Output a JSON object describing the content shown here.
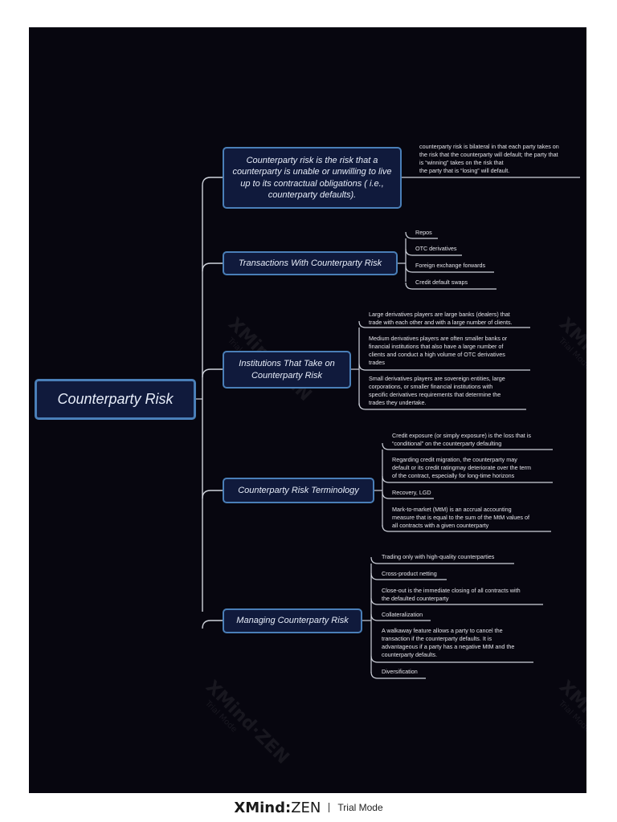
{
  "diagram": {
    "central": "Counterparty Risk",
    "branches": [
      {
        "label": "Counterparty risk is the risk that a counterparty is unable or unwilling to live up to its contractual obligations ( i.e., counterparty defaults).",
        "leaves": [
          "counterparty risk is bilateral in that each party takes on\nthe risk that the counterparty will default; the party that\nis “winning” takes on the risk that\nthe party that is “losing” will default."
        ]
      },
      {
        "label": "Transactions With Counterparty Risk",
        "leaves": [
          "Repos",
          "OTC derivatives",
          "Foreign exchange forwards",
          "Credit default swaps"
        ]
      },
      {
        "label": "Institutions That Take on Counterparty Risk",
        "leaves": [
          "Large derivatives players are large banks (dealers) that\ntrade with each other and with a large number of clients.",
          "Medium derivatives players are often smaller banks or\nfinancial institutions that also have a large number of\nclients and conduct a high volume of OTC derivatives\ntrades",
          "Small derivatives players are sovereign entities, large\ncorporations, or smaller financial institutions with\nspecific derivatives requirements that determine the\ntrades they undertake."
        ]
      },
      {
        "label": "Counterparty Risk Terminology",
        "leaves": [
          "Credit exposure (or simply exposure) is the loss that is\n“conditional” on the counterparty defaulting",
          "Regarding credit migration, the counterparty may\ndefault or its credit ratingmay deteriorate over the term\nof the contract, especially for long-time horizons",
          "Recovery, LGD",
          "Mark-to-market (MtM) is an accrual accounting\nmeasure that is equal to the sum of the MtM values of\nall contracts with a given counterparty"
        ]
      },
      {
        "label": "Managing Counterparty Risk",
        "leaves": [
          "Trading only with high-quality counterparties",
          "Cross-product netting",
          "Close-out is the immediate closing of all contracts with\nthe defaulted counterparty",
          "Collateralization",
          "A walkaway feature allows a party to cancel the\ntransaction if the counterparty defaults. It is\nadvantageous if a party has a negative MtM and the\ncounterparty defaults.",
          "Diversification"
        ]
      }
    ]
  },
  "watermark": {
    "brand": "XMind·ZEN",
    "mode": "Trial Mode"
  },
  "footer": {
    "brand_left": "XMind",
    "brand_colon": ":",
    "brand_right": "ZEN",
    "mode": "Trial Mode"
  },
  "colors": {
    "background": "#07060f",
    "topic_fill": "#101a3c",
    "topic_border": "#4a7fb8",
    "line": "#cfd3dc"
  }
}
